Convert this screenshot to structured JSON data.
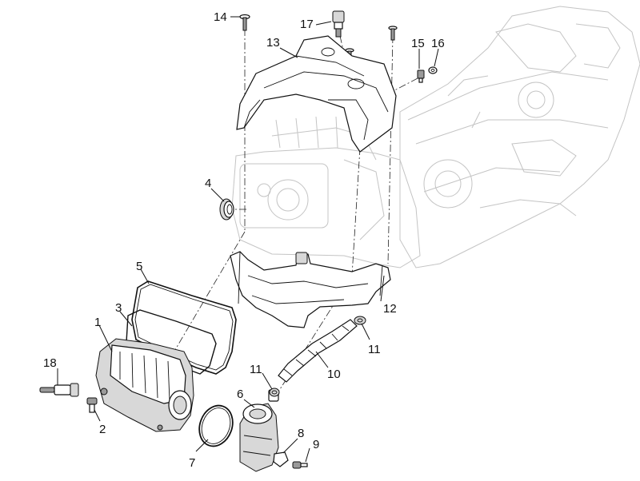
{
  "callouts": [
    {
      "id": "1",
      "label": "1"
    },
    {
      "id": "2",
      "label": "2"
    },
    {
      "id": "3",
      "label": "3"
    },
    {
      "id": "4",
      "label": "4"
    },
    {
      "id": "5",
      "label": "5"
    },
    {
      "id": "6",
      "label": "6"
    },
    {
      "id": "7",
      "label": "7"
    },
    {
      "id": "8",
      "label": "8"
    },
    {
      "id": "9",
      "label": "9"
    },
    {
      "id": "10",
      "label": "10"
    },
    {
      "id": "11a",
      "label": "11"
    },
    {
      "id": "11b",
      "label": "11"
    },
    {
      "id": "12",
      "label": "12"
    },
    {
      "id": "13",
      "label": "13"
    },
    {
      "id": "14",
      "label": "14"
    },
    {
      "id": "15",
      "label": "15"
    },
    {
      "id": "16",
      "label": "16"
    },
    {
      "id": "17",
      "label": "17"
    },
    {
      "id": "18",
      "label": "18"
    }
  ]
}
